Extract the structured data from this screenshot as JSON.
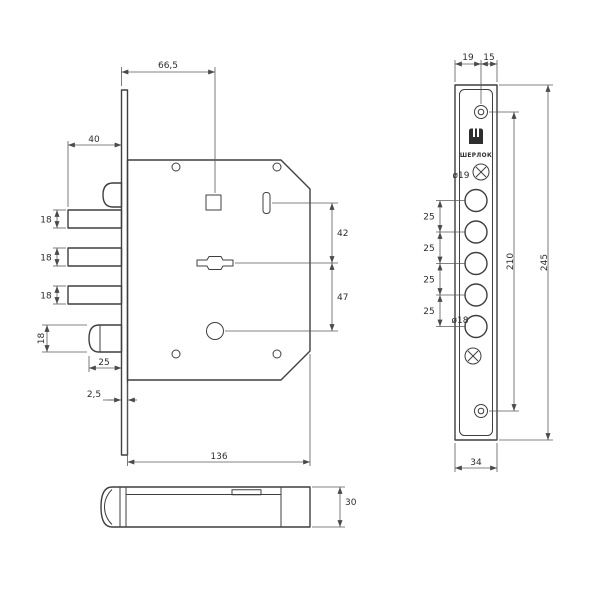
{
  "main_view": {
    "dim_66_5": "66,5",
    "dim_40": "40",
    "dim_18_bolt1": "18",
    "dim_18_bolt2": "18",
    "dim_18_bolt3": "18",
    "dim_18_latch": "18",
    "dim_25_latch": "25",
    "dim_2_5": "2,5",
    "dim_136": "136",
    "dim_42": "42",
    "dim_47": "47"
  },
  "faceplate_view": {
    "dim_19": "19",
    "dim_15": "15",
    "dia_19": "ø19",
    "dim_25_1": "25",
    "dim_25_2": "25",
    "dim_25_3": "25",
    "dim_25_4": "25",
    "dia_18": "ø18",
    "dim_210": "210",
    "dim_245": "245",
    "dim_34": "34",
    "brand": "ШЕРЛОК"
  },
  "bolt_view": {
    "dim_30": "30"
  }
}
